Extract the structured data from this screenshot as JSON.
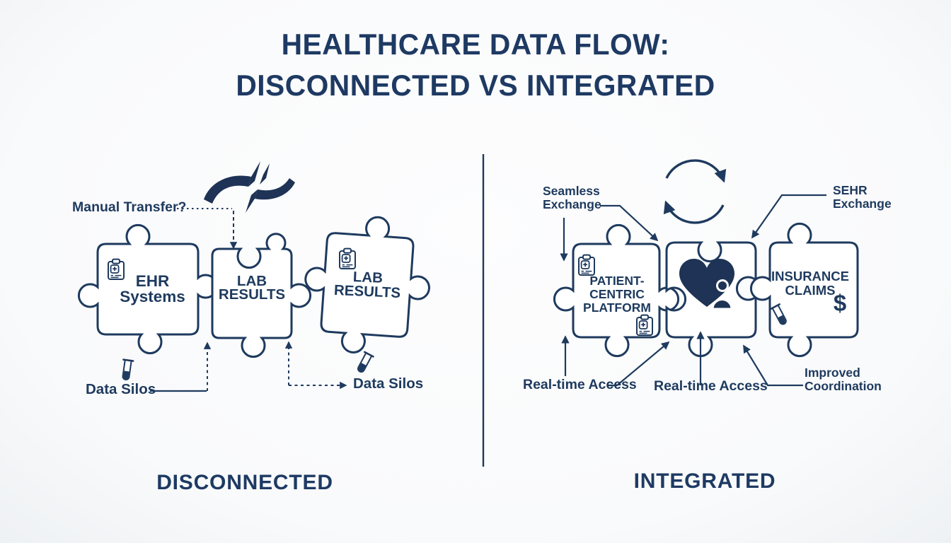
{
  "title": {
    "line1": "HEALTHCARE DATA FLOW:",
    "line2": "DISCONNECTED VS INTEGRATED"
  },
  "colors": {
    "navy": "#1e3a5e",
    "background": "#fafbfc"
  },
  "left_panel": {
    "section_label": "DISCONNECTED",
    "manual_transfer_label": "Manual Transfer?",
    "data_silos_left_label": "Data Silos",
    "data_silos_right_label": "Data Silos",
    "pieces": [
      {
        "label": "EHR\nSystems"
      },
      {
        "label": "LAB\nRESULTS"
      },
      {
        "label": "LAB\nRESULTS"
      }
    ]
  },
  "right_panel": {
    "section_label": "INTEGRATED",
    "seamless_exchange_label": "Seamless\nExchange",
    "ehr_exchange_label": "SEHR\nExchange",
    "realtime_access_left_label": "Real-time Access",
    "realtime_access_center_label": "Real-time Access",
    "improved_coordination_label": "Improved\nCoordination",
    "dollar_sign": "$",
    "pieces": [
      {
        "label": "PATIENT-\nCENTRIC\nPLATFORM"
      },
      {
        "label": "INSURANCE\nCLAIMS"
      }
    ]
  },
  "icons": {
    "broken_link": "broken-link-icon",
    "sync": "sync-arrows-icon",
    "clipboard": "medical-clipboard-icon",
    "test_tube": "test-tube-icon",
    "heart_person": "heart-patient-icon",
    "dollar": "dollar-sign"
  }
}
